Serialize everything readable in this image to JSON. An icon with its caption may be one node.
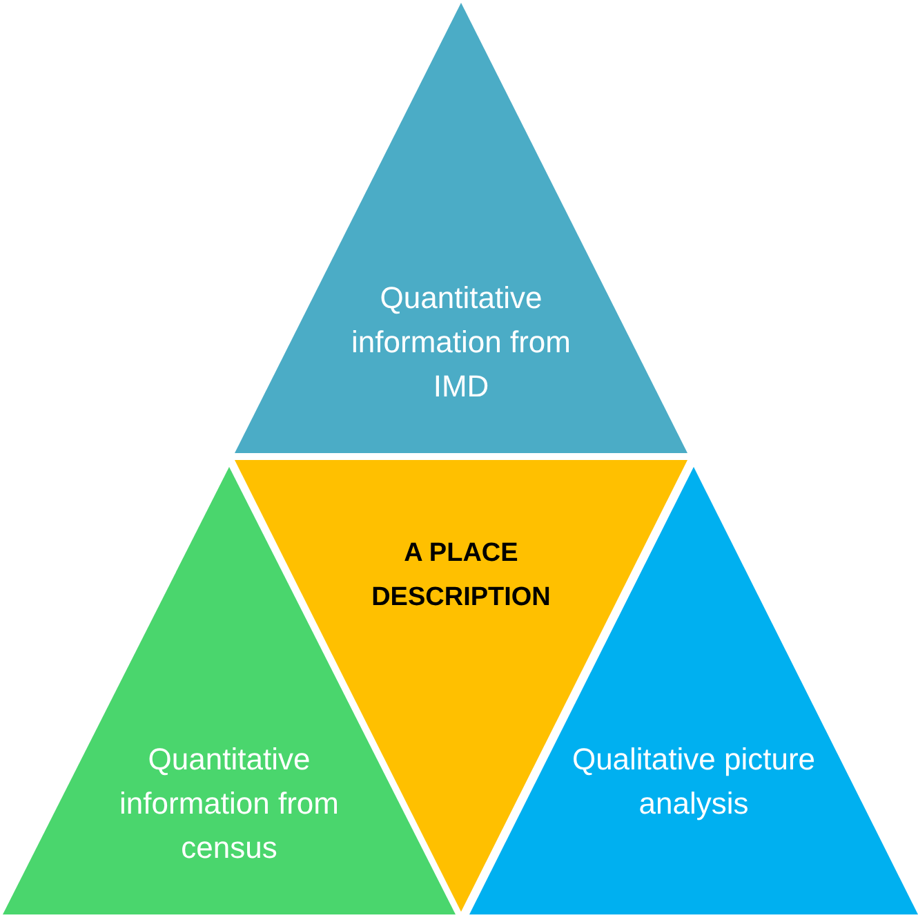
{
  "diagram": {
    "nodes": [
      {
        "text": [
          "Quantitative information from IMD"
        ]
      },
      {
        "text": [
          "A PLACE DESCRIPTION"
        ]
      },
      {
        "text": [
          "Quantitative information from census"
        ]
      },
      {
        "text": [
          "Qualitative picture analysis"
        ]
      }
    ]
  }
}
